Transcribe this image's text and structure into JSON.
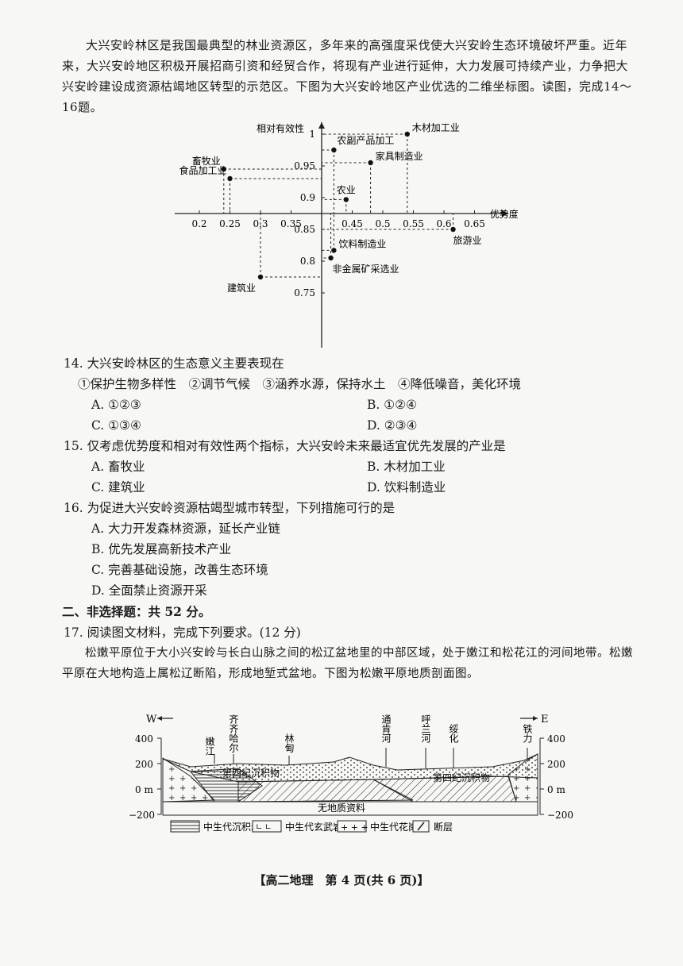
{
  "intro": "大兴安岭林区是我国最典型的林业资源区，多年来的高强度采伐使大兴安岭生态环境破坏严重。近年来，大兴安岭地区积极开展招商引资和经贸合作，将现有产业进行延伸，大力发展可持续产业，力争把大兴安岭建设成资源枯竭地区转型的示范区。下图为大兴安岭地区产业优选的二维坐标图。读图，完成14～16题。",
  "chart_data": {
    "type": "scatter",
    "xlabel": "优势度",
    "ylabel": "相对有效性",
    "xticks": [
      "0.2",
      "0.25",
      "0.3",
      "0.35",
      "0.45",
      "0.5",
      "0.55",
      "0.6",
      "0.65"
    ],
    "yticks": [
      "1",
      "0.95",
      "0.9",
      "0.85",
      "0.8",
      "0.75"
    ],
    "origin": "0.4",
    "points": [
      {
        "name": "木材加工业",
        "x": 0.54,
        "y": 1.0
      },
      {
        "name": "农副产品加工",
        "x": 0.42,
        "y": 0.975
      },
      {
        "name": "家具制造业",
        "x": 0.48,
        "y": 0.955
      },
      {
        "name": "畜牧业",
        "x": 0.24,
        "y": 0.945
      },
      {
        "name": "食品加工业",
        "x": 0.25,
        "y": 0.93
      },
      {
        "name": "农业",
        "x": 0.44,
        "y": 0.897
      },
      {
        "name": "旅游业",
        "x": 0.615,
        "y": 0.85
      },
      {
        "name": "饮料制造业",
        "x": 0.42,
        "y": 0.817
      },
      {
        "name": "非金属矿采选业",
        "x": 0.415,
        "y": 0.805
      },
      {
        "name": "建筑业",
        "x": 0.3,
        "y": 0.775
      }
    ]
  },
  "q14": {
    "stem": "14. 大兴安岭林区的生态意义主要表现在",
    "items": "①保护生物多样性　②调节气候　③涵养水源，保持水土　④降低噪音，美化环境",
    "A": "A. ①②③",
    "B": "B. ①②④",
    "C": "C. ①③④",
    "D": "D. ②③④"
  },
  "q15": {
    "stem": "15. 仅考虑优势度和相对有效性两个指标，大兴安岭未来最适宜优先发展的产业是",
    "A": "A. 畜牧业",
    "B": "B. 木材加工业",
    "C": "C. 建筑业",
    "D": "D. 饮料制造业"
  },
  "q16": {
    "stem": "16. 为促进大兴安岭资源枯竭型城市转型，下列措施可行的是",
    "A": "A. 大力开发森林资源，延长产业链",
    "B": "B. 优先发展高新技术产业",
    "C": "C. 完善基础设施，改善生态环境",
    "D": "D. 全面禁止资源开采"
  },
  "section2": "二、非选择题：共 52 分。",
  "q17": {
    "stem": "17. 阅读图文材料，完成下列要求。(12 分)",
    "text": "松嫩平原位于大小兴安岭与长白山脉之间的松辽盆地里的中部区域，处于嫩江和松花江的河间地带。松嫩平原在大地构造上属松辽断陷，形成地堑式盆地。下图为松嫩平原地质剖面图。"
  },
  "profile": {
    "west": "W",
    "east": "E",
    "elevations": [
      "400",
      "200",
      "0 m",
      "−200"
    ],
    "places": [
      "嫩江",
      "齐齐哈尔",
      "林甸",
      "通肯河",
      "呼兰河",
      "绥化",
      "铁力"
    ],
    "sediment_label": "第四纪沉积物",
    "nodata": "无地质资料",
    "legend": [
      "中生代沉积岩",
      "中生代玄武岩",
      "中生代花岗岩",
      "断层"
    ]
  },
  "footer": "【高二地理　第 4 页(共 6 页)】"
}
